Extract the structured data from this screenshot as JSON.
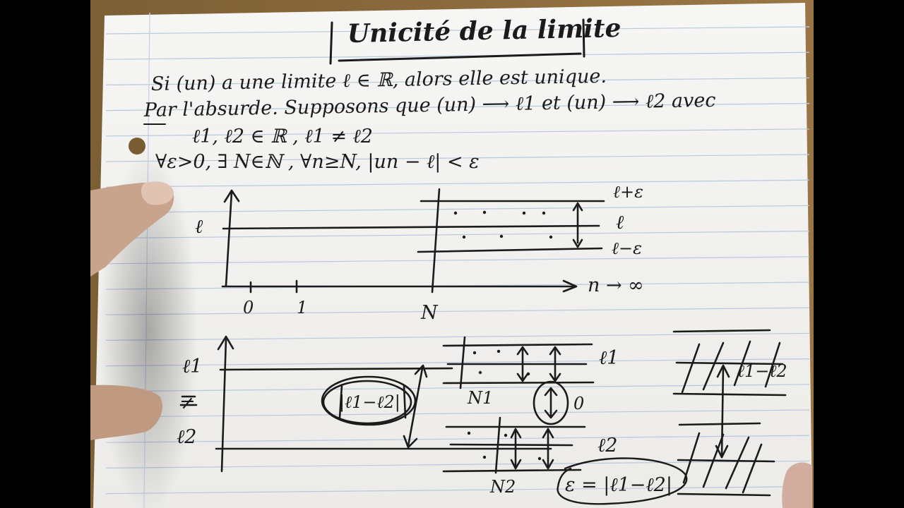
{
  "title": "Unicité de la limite",
  "statement": "Si (un) a une limite ℓ ∈ ℝ, alors elle est unique.",
  "proof_intro": "Par l'absurde.  Supposons que (un) ⟶ ℓ1 et (un) ⟶ ℓ2 avec",
  "hypothesis": "ℓ1, ℓ2 ∈ ℝ ,  ℓ1 ≠ ℓ2",
  "definition": "∀ε>0,  ∃ N∈ℕ ,  ∀n≥N,  |un − ℓ| < ε",
  "graph1": {
    "y_label": "ℓ",
    "x_arrow_label": "n → ∞",
    "tick_0": "0",
    "tick_1": "1",
    "tick_N": "N",
    "upper_band": "ℓ+ε",
    "mid_band": "ℓ",
    "lower_band": "ℓ−ε"
  },
  "graph2": {
    "label_l1": "ℓ1",
    "label_neq": "≠",
    "label_l2": "ℓ2",
    "gap_label": "|ℓ1−ℓ2|",
    "band_l1": "ℓ1",
    "band_l2": "ℓ2",
    "tick_N1": "N1",
    "tick_N2": "N2",
    "overlap_label": "0",
    "epsilon_choice": "ε = |ℓ1−ℓ2|",
    "side_gap_label": "ℓ1−ℓ2"
  },
  "colors": {
    "paper": "#f3f3f1",
    "rule_line": "#b9c8dd",
    "margin_line": "#c9d4e4",
    "ink": "#1b1b1b",
    "table": "#8a6a3c",
    "skin": "#c9a48c"
  }
}
